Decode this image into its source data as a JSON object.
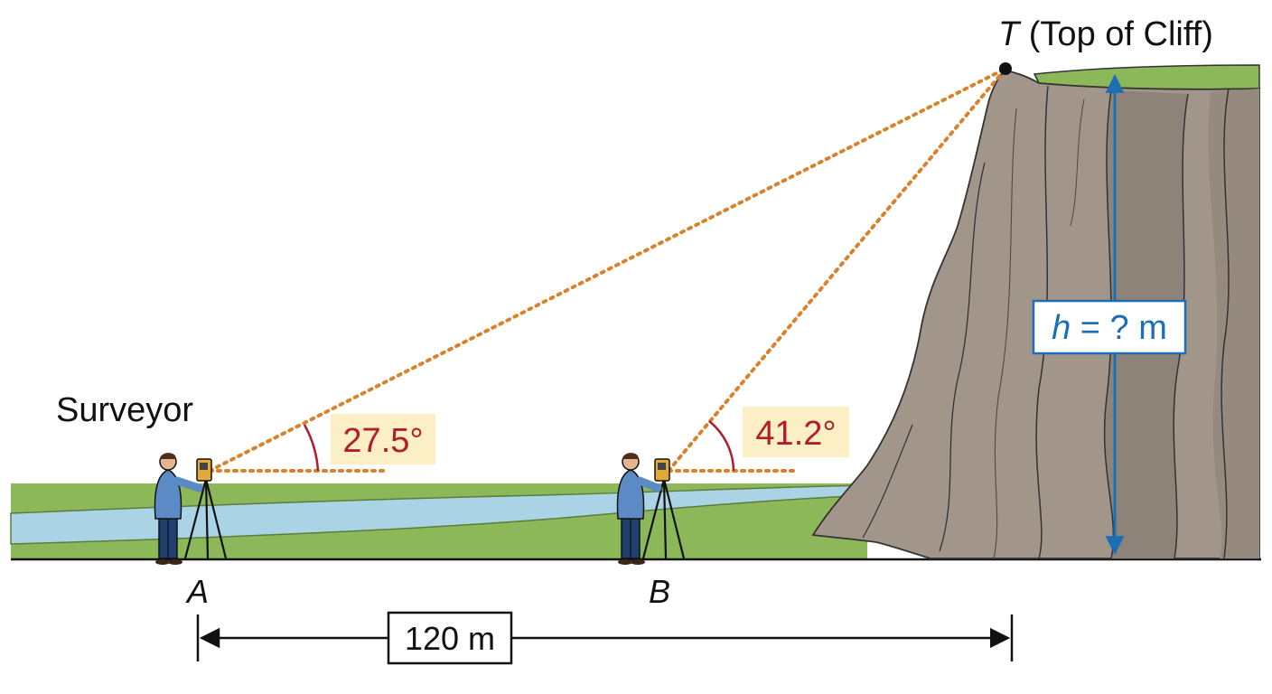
{
  "labels": {
    "top_point_letter": "T",
    "top_point_desc": " (Top of Cliff)",
    "surveyor": "Surveyor",
    "point_a": "A",
    "point_b": "B",
    "angle_a": "27.5°",
    "angle_b": "41.2°",
    "height_var": "h",
    "height_rest": " = ? m",
    "distance": "120 m"
  },
  "colors": {
    "sight_line": "#d9822b",
    "angle_arc": "#b01e2b",
    "angle_label_bg": "#fcefc6",
    "height_arrow": "#1d6fb5",
    "grass": "#8db85a",
    "river": "#aad3e6",
    "cliff": "#a2958a",
    "ground_line": "#111111"
  }
}
